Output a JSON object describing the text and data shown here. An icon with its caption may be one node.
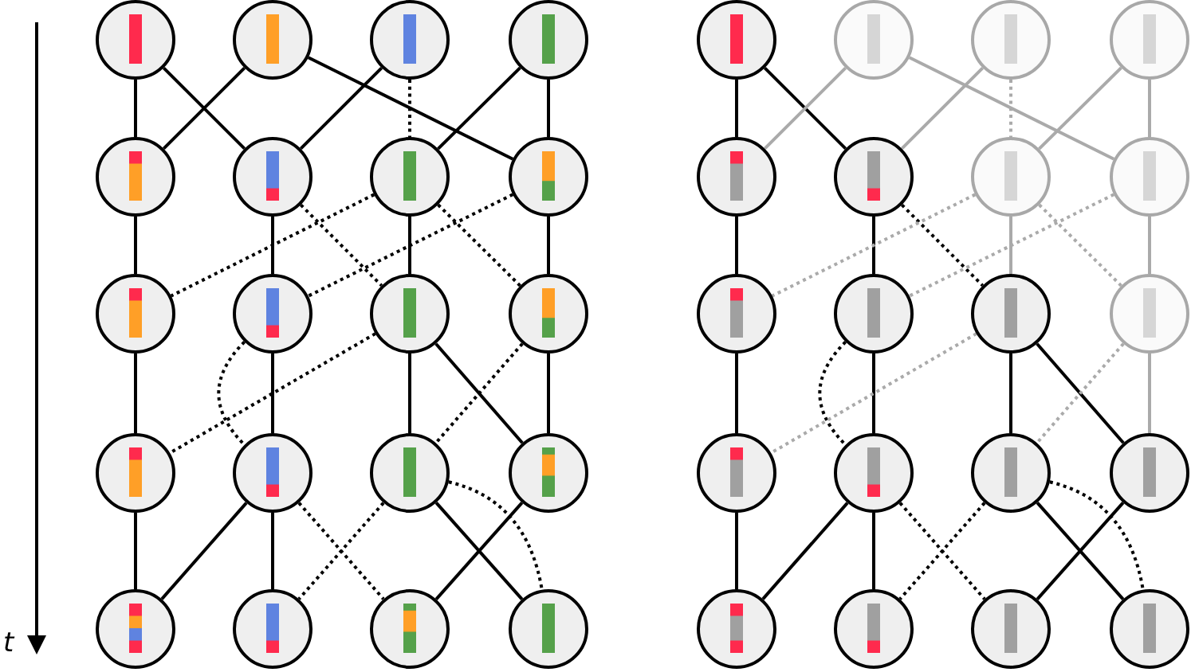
{
  "diagram": {
    "nodes": [
      {
        "text": [],
        "shape": "circle"
      },
      {
        "text": [],
        "shape": "circle"
      },
      {
        "text": [],
        "shape": "circle"
      },
      {
        "text": [],
        "shape": "circle"
      },
      {
        "text": [],
        "shape": "circle"
      },
      {
        "text": [],
        "shape": "circle"
      },
      {
        "text": [],
        "shape": "circle"
      },
      {
        "text": [],
        "shape": "circle"
      },
      {
        "text": [],
        "shape": "circle"
      },
      {
        "text": [],
        "shape": "circle"
      },
      {
        "text": [],
        "shape": "circle"
      },
      {
        "text": [],
        "shape": "circle"
      },
      {
        "text": [],
        "shape": "circle"
      },
      {
        "text": [],
        "shape": "circle"
      },
      {
        "text": [],
        "shape": "circle"
      },
      {
        "text": [],
        "shape": "circle"
      },
      {
        "text": [],
        "shape": "circle"
      },
      {
        "text": [],
        "shape": "circle"
      },
      {
        "text": [],
        "shape": "circle"
      },
      {
        "text": [],
        "shape": "circle"
      },
      {
        "text": [],
        "shape": "circle"
      },
      {
        "text": [],
        "shape": "circle"
      },
      {
        "text": [],
        "shape": "circle"
      },
      {
        "text": [],
        "shape": "circle"
      },
      {
        "text": [],
        "shape": "circle"
      },
      {
        "text": [],
        "shape": "circle"
      },
      {
        "text": [],
        "shape": "circle"
      },
      {
        "text": [],
        "shape": "circle"
      },
      {
        "text": [],
        "shape": "circle"
      },
      {
        "text": [],
        "shape": "circle"
      },
      {
        "text": [],
        "shape": "circle"
      },
      {
        "text": [],
        "shape": "circle"
      },
      {
        "text": [],
        "shape": "circle"
      },
      {
        "text": [],
        "shape": "circle"
      },
      {
        "text": [],
        "shape": "circle"
      },
      {
        "text": [],
        "shape": "circle"
      },
      {
        "text": [],
        "shape": "circle"
      },
      {
        "text": [],
        "shape": "circle"
      },
      {
        "text": [],
        "shape": "circle"
      },
      {
        "text": [],
        "shape": "circle"
      }
    ],
    "edges": [
      {
        "from": 0,
        "to": 4,
        "arrow": "none"
      },
      {
        "from": 0,
        "to": 5,
        "arrow": "none"
      },
      {
        "from": 1,
        "to": 4,
        "arrow": "none"
      },
      {
        "from": 1,
        "to": 7,
        "arrow": "none"
      },
      {
        "from": 2,
        "to": 5,
        "arrow": "none"
      },
      {
        "from": 2,
        "to": 6,
        "arrow": "none",
        "style": "dashed"
      },
      {
        "from": 3,
        "to": 6,
        "arrow": "none"
      },
      {
        "from": 3,
        "to": 7,
        "arrow": "none"
      },
      {
        "from": 4,
        "to": 8,
        "arrow": "none"
      },
      {
        "from": 5,
        "to": 9,
        "arrow": "none"
      },
      {
        "from": 5,
        "to": 10,
        "arrow": "none",
        "style": "dashed"
      },
      {
        "from": 6,
        "to": 8,
        "arrow": "none",
        "style": "dashed"
      },
      {
        "from": 6,
        "to": 10,
        "arrow": "none"
      },
      {
        "from": 6,
        "to": 11,
        "arrow": "none",
        "style": "dashed"
      },
      {
        "from": 7,
        "to": 9,
        "arrow": "none",
        "style": "dashed"
      },
      {
        "from": 7,
        "to": 11,
        "arrow": "none"
      },
      {
        "from": 8,
        "to": 12,
        "arrow": "none"
      },
      {
        "from": 9,
        "to": 13,
        "arrow": "none"
      },
      {
        "from": 9,
        "to": 13,
        "arrow": "none",
        "style": "dashed"
      },
      {
        "from": 10,
        "to": 12,
        "arrow": "none",
        "style": "dashed"
      },
      {
        "from": 10,
        "to": 14,
        "arrow": "none"
      },
      {
        "from": 10,
        "to": 15,
        "arrow": "none"
      },
      {
        "from": 11,
        "to": 14,
        "arrow": "none",
        "style": "dashed"
      },
      {
        "from": 11,
        "to": 15,
        "arrow": "none"
      },
      {
        "from": 12,
        "to": 16,
        "arrow": "none"
      },
      {
        "from": 13,
        "to": 16,
        "arrow": "none"
      },
      {
        "from": 13,
        "to": 17,
        "arrow": "none"
      },
      {
        "from": 13,
        "to": 18,
        "arrow": "none",
        "style": "dashed"
      },
      {
        "from": 14,
        "to": 17,
        "arrow": "none",
        "style": "dashed"
      },
      {
        "from": 14,
        "to": 19,
        "arrow": "none"
      },
      {
        "from": 14,
        "to": 19,
        "arrow": "none",
        "style": "dashed"
      },
      {
        "from": 15,
        "to": 18,
        "arrow": "none"
      },
      {
        "from": 20,
        "to": 24,
        "arrow": "none"
      },
      {
        "from": 20,
        "to": 25,
        "arrow": "none"
      },
      {
        "from": 21,
        "to": 24,
        "arrow": "none",
        "color": "#aaaaaa"
      },
      {
        "from": 21,
        "to": 27,
        "arrow": "none",
        "color": "#aaaaaa"
      },
      {
        "from": 22,
        "to": 25,
        "arrow": "none",
        "color": "#aaaaaa"
      },
      {
        "from": 22,
        "to": 26,
        "arrow": "none",
        "style": "dashed",
        "color": "#aaaaaa"
      },
      {
        "from": 23,
        "to": 26,
        "arrow": "none",
        "color": "#aaaaaa"
      },
      {
        "from": 23,
        "to": 27,
        "arrow": "none",
        "color": "#aaaaaa"
      },
      {
        "from": 24,
        "to": 28,
        "arrow": "none"
      },
      {
        "from": 25,
        "to": 29,
        "arrow": "none"
      },
      {
        "from": 25,
        "to": 30,
        "arrow": "none",
        "style": "dashed"
      },
      {
        "from": 26,
        "to": 28,
        "arrow": "none",
        "style": "dashed",
        "color": "#aaaaaa"
      },
      {
        "from": 26,
        "to": 30,
        "arrow": "none",
        "color": "#aaaaaa"
      },
      {
        "from": 26,
        "to": 31,
        "arrow": "none",
        "style": "dashed",
        "color": "#aaaaaa"
      },
      {
        "from": 27,
        "to": 29,
        "arrow": "none",
        "style": "dashed",
        "color": "#aaaaaa"
      },
      {
        "from": 27,
        "to": 31,
        "arrow": "none",
        "color": "#aaaaaa"
      },
      {
        "from": 28,
        "to": 32,
        "arrow": "none"
      },
      {
        "from": 29,
        "to": 33,
        "arrow": "none"
      },
      {
        "from": 29,
        "to": 33,
        "arrow": "none",
        "style": "dashed"
      },
      {
        "from": 30,
        "to": 32,
        "arrow": "none",
        "style": "dashed",
        "color": "#aaaaaa"
      },
      {
        "from": 30,
        "to": 34,
        "arrow": "none"
      },
      {
        "from": 30,
        "to": 35,
        "arrow": "none"
      },
      {
        "from": 31,
        "to": 34,
        "arrow": "none",
        "style": "dashed",
        "color": "#aaaaaa"
      },
      {
        "from": 31,
        "to": 35,
        "arrow": "none",
        "color": "#aaaaaa"
      },
      {
        "from": 32,
        "to": 36,
        "arrow": "none"
      },
      {
        "from": 33,
        "to": 36,
        "arrow": "none"
      },
      {
        "from": 33,
        "to": 37,
        "arrow": "none"
      },
      {
        "from": 33,
        "to": 38,
        "arrow": "none",
        "style": "dashed"
      },
      {
        "from": 34,
        "to": 37,
        "arrow": "none",
        "style": "dashed"
      },
      {
        "from": 34,
        "to": 39,
        "arrow": "none"
      },
      {
        "from": 34,
        "to": 39,
        "arrow": "none",
        "style": "dashed"
      },
      {
        "from": 35,
        "to": 38,
        "arrow": "none"
      }
    ],
    "labels": [
      "t"
    ]
  }
}
